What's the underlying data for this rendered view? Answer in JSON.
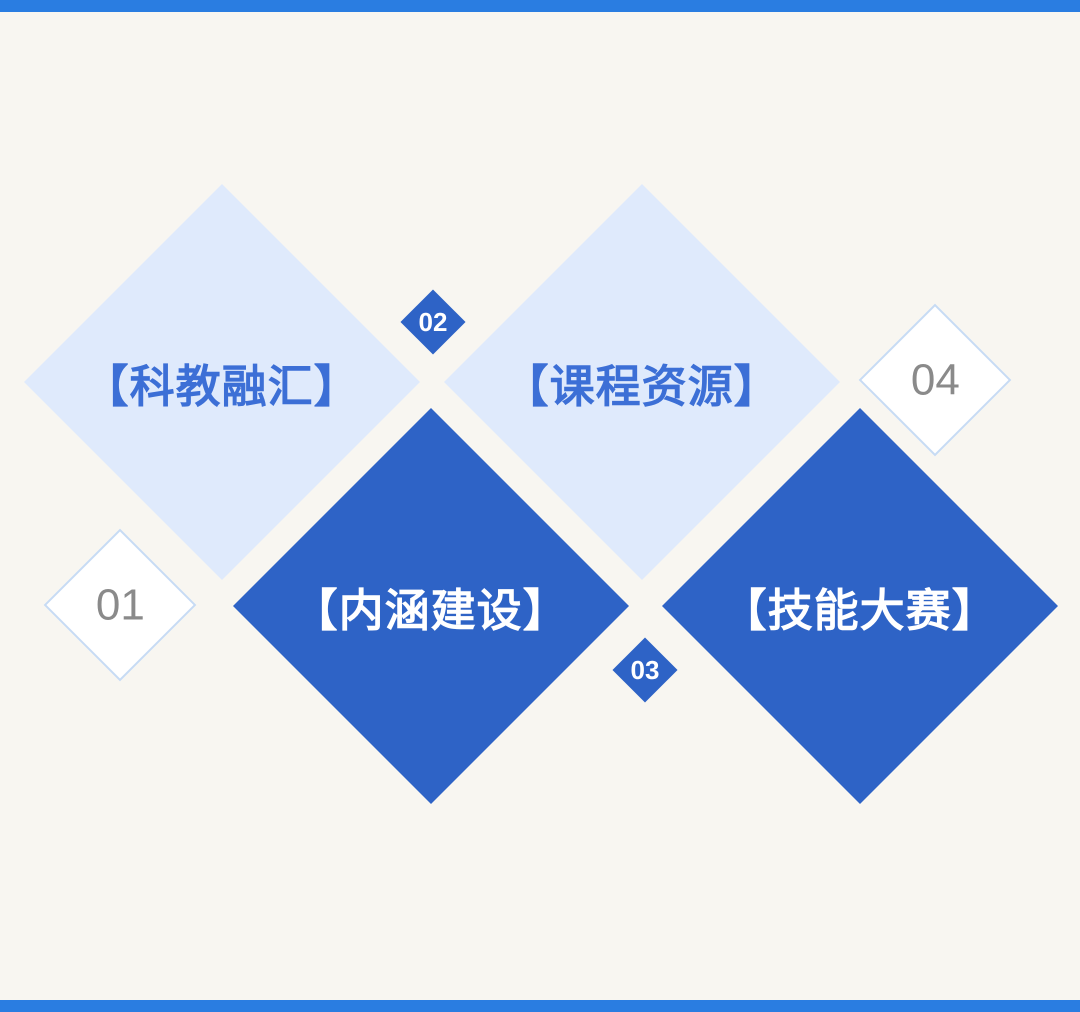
{
  "page": {
    "background_color": "#f8f6f1",
    "accent_bar_color": "#2a7de1"
  },
  "colors": {
    "light_diamond_fill": "#dfeafc",
    "light_diamond_text": "#3c6fd6",
    "dark_diamond_fill": "#2e63c6",
    "dark_diamond_text": "#ffffff",
    "outline_diamond_border": "#c7dbf4",
    "outline_diamond_text": "#8a8a8a"
  },
  "diamonds": {
    "large": [
      {
        "label": "【科教融汇】",
        "variant": "light"
      },
      {
        "label": "【课程资源】",
        "variant": "light"
      },
      {
        "label": "【内涵建设】",
        "variant": "dark"
      },
      {
        "label": "【技能大赛】",
        "variant": "dark"
      }
    ],
    "numbers": [
      {
        "label": "01",
        "variant": "outline"
      },
      {
        "label": "02",
        "variant": "solid"
      },
      {
        "label": "03",
        "variant": "solid"
      },
      {
        "label": "04",
        "variant": "outline"
      }
    ]
  }
}
